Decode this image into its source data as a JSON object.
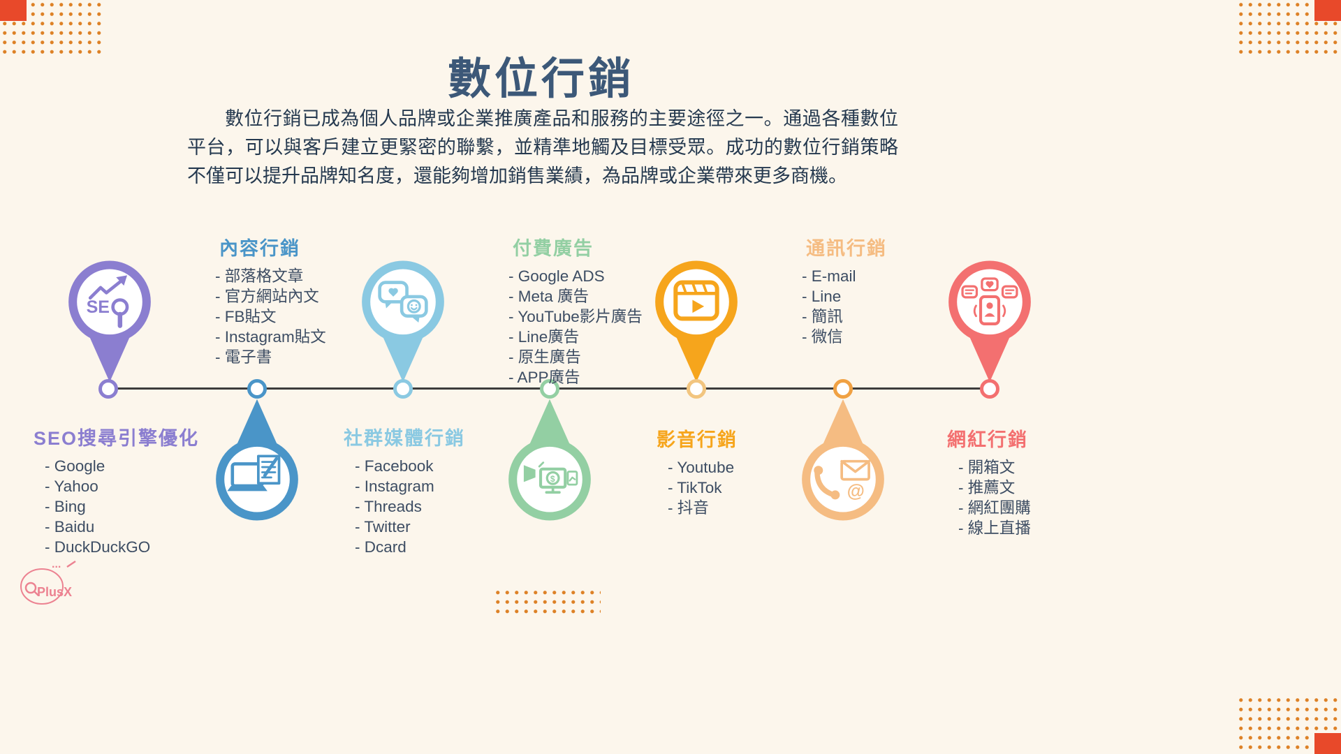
{
  "page": {
    "background_color": "#fcf6ec",
    "dot_color": "#dd8126",
    "corner_square_color": "#e8492a",
    "timeline_line_color": "#3c3c3c"
  },
  "header": {
    "title": "數位行銷",
    "title_color": "#3c5878",
    "intro": "數位行銷已成為個人品牌或企業推廣產品和服務的主要途徑之一。通過各種數位平台，可以與客戶建立更緊密的聯繫，並精準地觸及目標受眾。成功的數位行銷策略不僅可以提升品牌知名度，還能夠增加銷售業績，為品牌或企業帶來更多商機。"
  },
  "logo": {
    "text": "PlusX",
    "dots": "...",
    "color": "#ec8291"
  },
  "timeline": {
    "sections": [
      {
        "title": "SEO搜尋引擎優化",
        "color": "#8b7ed0",
        "icon": "seo-pin-icon",
        "pin_direction": "down",
        "text_position": "below",
        "items": [
          "- Google",
          "- Yahoo",
          "- Bing",
          "- Baidu",
          "- DuckDuckGO"
        ]
      },
      {
        "title": "內容行銷",
        "color": "#4a95c8",
        "icon": "content-marketing-pin-icon",
        "pin_direction": "up",
        "text_position": "above",
        "items": [
          "- 部落格文章",
          "- 官方網站內文",
          "- FB貼文",
          "- Instagram貼文",
          "- 電子書"
        ]
      },
      {
        "title": "社群媒體行銷",
        "color": "#8ac9e2",
        "icon": "social-media-pin-icon",
        "pin_direction": "down",
        "text_position": "below",
        "items": [
          "- Facebook",
          "- Instagram",
          "- Threads",
          "- Twitter",
          "- Dcard"
        ]
      },
      {
        "title": "付費廣告",
        "color": "#93cfa3",
        "icon": "paid-ads-pin-icon",
        "pin_direction": "up",
        "text_position": "above",
        "items": [
          "- Google ADS",
          "- Meta 廣告",
          "- YouTube影片廣告",
          "- Line廣告",
          "- 原生廣告",
          "- APP廣告"
        ]
      },
      {
        "title": "影音行銷",
        "color": "#f6a51c",
        "node_color": "#f2c57f",
        "icon": "video-marketing-pin-icon",
        "pin_direction": "down",
        "text_position": "below",
        "items": [
          "- Youtube",
          "- TikTok",
          "- 抖音"
        ]
      },
      {
        "title": "通訊行銷",
        "color": "#f5bc82",
        "node_color": "#f0a143",
        "icon": "messaging-pin-icon",
        "pin_direction": "up",
        "text_position": "above",
        "items": [
          "- E-mail",
          "- Line",
          "- 簡訊",
          "- 微信"
        ]
      },
      {
        "title": "網紅行銷",
        "color": "#f37070",
        "icon": "influencer-pin-icon",
        "pin_direction": "down",
        "text_position": "below",
        "items": [
          "- 開箱文",
          "- 推薦文",
          "- 網紅團購",
          "- 線上直播"
        ]
      }
    ]
  }
}
